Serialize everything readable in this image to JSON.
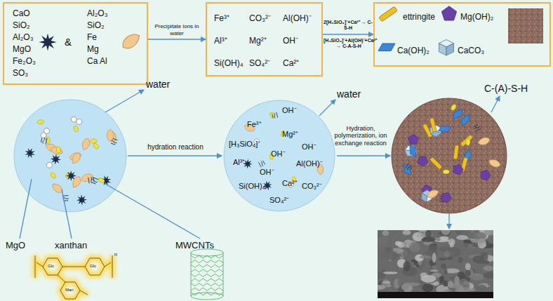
{
  "diagram": {
    "nodes": [
      {
        "text": [
          "CaO SiO₂ Al₂O₃ MgO Fe₂O₃ SO₃",
          "&",
          "Al₂O₃ SiO₂ Fe Mg Ca Al"
        ]
      },
      {
        "text": [
          "Fe³⁺",
          "CO₃²⁻",
          "Al(OH)⁻",
          "Al³⁺",
          "Mg²⁺",
          "OH⁻",
          "Si(OH)₄",
          "SO₄²⁻",
          "Ca²⁺"
        ]
      },
      {
        "text": [
          "ettringite",
          "Mg(OH)₂",
          "Ca(OH)₂",
          "CaCO₃"
        ]
      },
      {
        "text": [
          "OH⁻",
          "Fe³⁺",
          "Mg²⁺",
          "[H₃SiO₄]⁻",
          "OH⁻",
          "Al³⁺",
          "OH⁻",
          "Al(OH)⁻",
          "Ca²⁺",
          "Si(OH)₄",
          "OH⁻",
          "CO₃²⁻",
          "SO₄²⁻"
        ]
      }
    ],
    "edges": [
      {
        "from": 0,
        "to": 1,
        "arrow": "to",
        "label": "Precipitate ions in water"
      },
      {
        "from": 1,
        "to": 2,
        "arrow": "to",
        "label": "2[H₃SiO₄]⁻+Ca²⁺ → C-S-H"
      }
    ],
    "labels": [
      "[H₃SiO₄]⁻+Al(OH)⁻+Ca²⁺ → C-A-S-H",
      "water",
      "hydration reaction",
      "water",
      "Hydration, polymerization, ion exchange reaction",
      "C-(A)-S-H",
      "MgO",
      "xanthan",
      "MWCNTs",
      "Glc",
      "Glc",
      "Man",
      "n"
    ]
  }
}
